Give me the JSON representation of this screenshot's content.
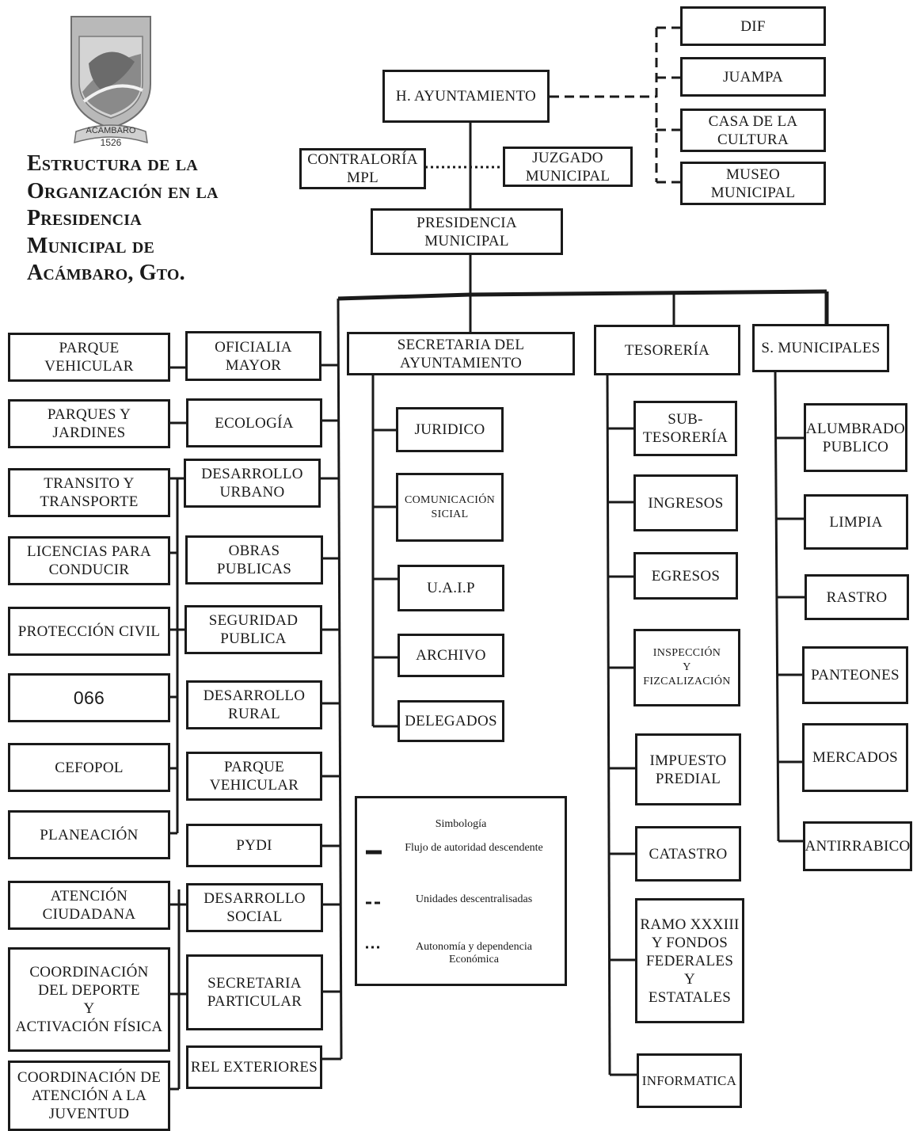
{
  "title_lines": [
    "Estructura de la",
    "Organización en la",
    "Presidencia",
    "Municipal de",
    "Acámbaro, Gto."
  ],
  "logo": {
    "banner": "ACAMBARO",
    "year": "1526"
  },
  "top": {
    "ayuntamiento": "H. AYUNTAMIENTO",
    "contraloria": "CONTRALORÍA\nMPL",
    "juzgado": "JUZGADO\nMUNICIPAL",
    "presidencia": "PRESIDENCIA\nMUNICIPAL"
  },
  "decentralized": [
    "DIF",
    "JUAMPA",
    "CASA DE LA\nCULTURA",
    "MUSEO\nMUNICIPAL"
  ],
  "departments": {
    "oficialia": "OFICIALIA\nMAYOR",
    "secretaria": "SECRETARIA DEL\nAYUNTAMIENTO",
    "tesoreria": "TESORERÍA",
    "servicios": "S. MUNICIPALES"
  },
  "column_mid": [
    "ECOLOGÍA",
    "DESARROLLO\nURBANO",
    "OBRAS\nPUBLICAS",
    "SEGURIDAD\nPUBLICA",
    "DESARROLLO\nRURAL",
    "PARQUE\nVEHICULAR",
    "PYDI",
    "DESARROLLO\nSOCIAL",
    "SECRETARIA\nPARTICULAR",
    "REL EXTERIORES"
  ],
  "column_left": [
    "PARQUE\nVEHICULAR",
    "PARQUES Y\nJARDINES",
    "TRANSITO Y\nTRANSPORTE",
    "LICENCIAS PARA\nCONDUCIR",
    "PROTECCIÓN CIVIL",
    "066",
    "CEFOPOL",
    "PLANEACIÓN",
    "ATENCIÓN\nCIUDADANA",
    "COORDINACIÓN\nDEL DEPORTE\nY\nACTIVACIÓN FÍSICA",
    "COORDINACIÓN DE\nATENCIÓN A LA\nJUVENTUD"
  ],
  "secretaria_units": [
    "JURIDICO",
    "COMUNICACIÓN\nSICIAL",
    "U.A.I.P",
    "ARCHIVO",
    "DELEGADOS"
  ],
  "tesoreria_units": [
    "SUB-\nTESORERÍA",
    "INGRESOS",
    "EGRESOS",
    "INSPECCIÓN\nY\nFIZCALIZACIÓN",
    "IMPUESTO\nPREDIAL",
    "CATASTRO",
    "RAMO XXXIII\nY FONDOS\nFEDERALES\nY\nESTATALES",
    "INFORMATICA"
  ],
  "servicios_units": [
    "ALUMBRADO\nPUBLICO",
    "LIMPIA",
    "RASTRO",
    "PANTEONES",
    "MERCADOS",
    "ANTIRRABICO"
  ],
  "legend": {
    "title": "Simbología",
    "solid": "Flujo de autoridad descendente",
    "dashed": "Unidades descentralisadas",
    "dotted": "Autonomía y dependencia\nEconómica"
  }
}
